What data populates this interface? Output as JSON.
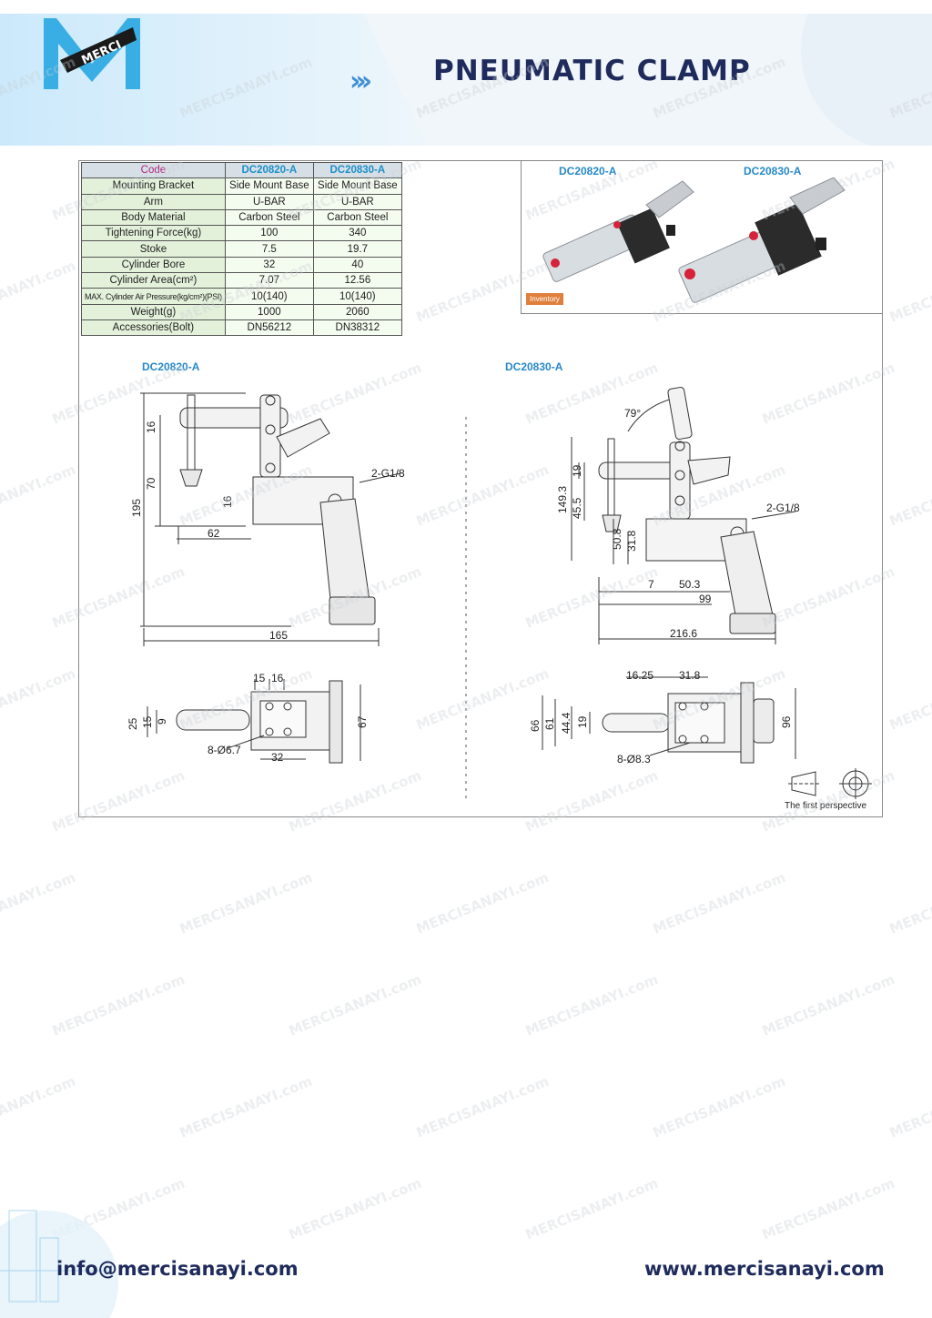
{
  "header": {
    "logo_text": "MERCI",
    "title": "PNEUMATIC CLAMP"
  },
  "spec_table": {
    "code_label": "Code",
    "models": [
      "DC20820-A",
      "DC20830-A"
    ],
    "rows": [
      {
        "label": "Mounting Bracket",
        "v1": "Side Mount Base",
        "v2": "Side Mount Base"
      },
      {
        "label": "Arm",
        "v1": "U-BAR",
        "v2": "U-BAR"
      },
      {
        "label": "Body Material",
        "v1": "Carbon Steel",
        "v2": "Carbon Steel"
      },
      {
        "label": "Tightening Force(kg)",
        "v1": "100",
        "v2": "340"
      },
      {
        "label": "Stoke",
        "v1": "7.5",
        "v2": "19.7"
      },
      {
        "label": "Cylinder Bore",
        "v1": "32",
        "v2": "40"
      },
      {
        "label": "Cylinder Area(cm²)",
        "v1": "7.07",
        "v2": "12.56"
      },
      {
        "label": "MAX. Cylinder Air Pressure(kg/cm²)(PSI)",
        "v1": "10(140)",
        "v2": "10(140)"
      },
      {
        "label": "Weight(g)",
        "v1": "1000",
        "v2": "2060"
      },
      {
        "label": "Accessories(Bolt)",
        "v1": "DN56212",
        "v2": "DN38312"
      }
    ]
  },
  "photos": {
    "label_1": "DC20820-A",
    "label_2": "DC20830-A",
    "badge": "Inventory"
  },
  "drawing_1": {
    "label": "DC20820-A",
    "dims": {
      "d16a": "16",
      "d70": "70",
      "d195": "195",
      "d16b": "16",
      "d62": "62",
      "d165": "165",
      "port": "2-G1/8",
      "d15": "15",
      "d16c": "16",
      "d25": "25",
      "d15b": "15",
      "d9": "9",
      "d67": "67",
      "holes": "8-Ø6.7",
      "d32": "32"
    }
  },
  "drawing_2": {
    "label": "DC20830-A",
    "dims": {
      "angle": "79°",
      "d19": "19",
      "d455": "45.5",
      "d1493": "149.3",
      "port": "2-G1/8",
      "d508": "50.8",
      "d318": "31.8",
      "d7": "7",
      "d503": "50.3",
      "d99": "99",
      "d2166": "216.6",
      "d1625": "16.25",
      "d318b": "31.8",
      "d66": "66",
      "d61": "61",
      "d444": "44.4",
      "d19b": "19",
      "d96": "96",
      "holes": "8-Ø8.3"
    }
  },
  "perspective_note": "The first perspective",
  "watermark": "MERCISANAYI.com",
  "footer": {
    "email": "info@mercisanayi.com",
    "website": "www.mercisanayi.com"
  },
  "colors": {
    "navy": "#1f2b5c",
    "accent": "#3f8fd6",
    "model": "#2788c8",
    "code": "#b0247e",
    "badge": "#e07f3c"
  }
}
